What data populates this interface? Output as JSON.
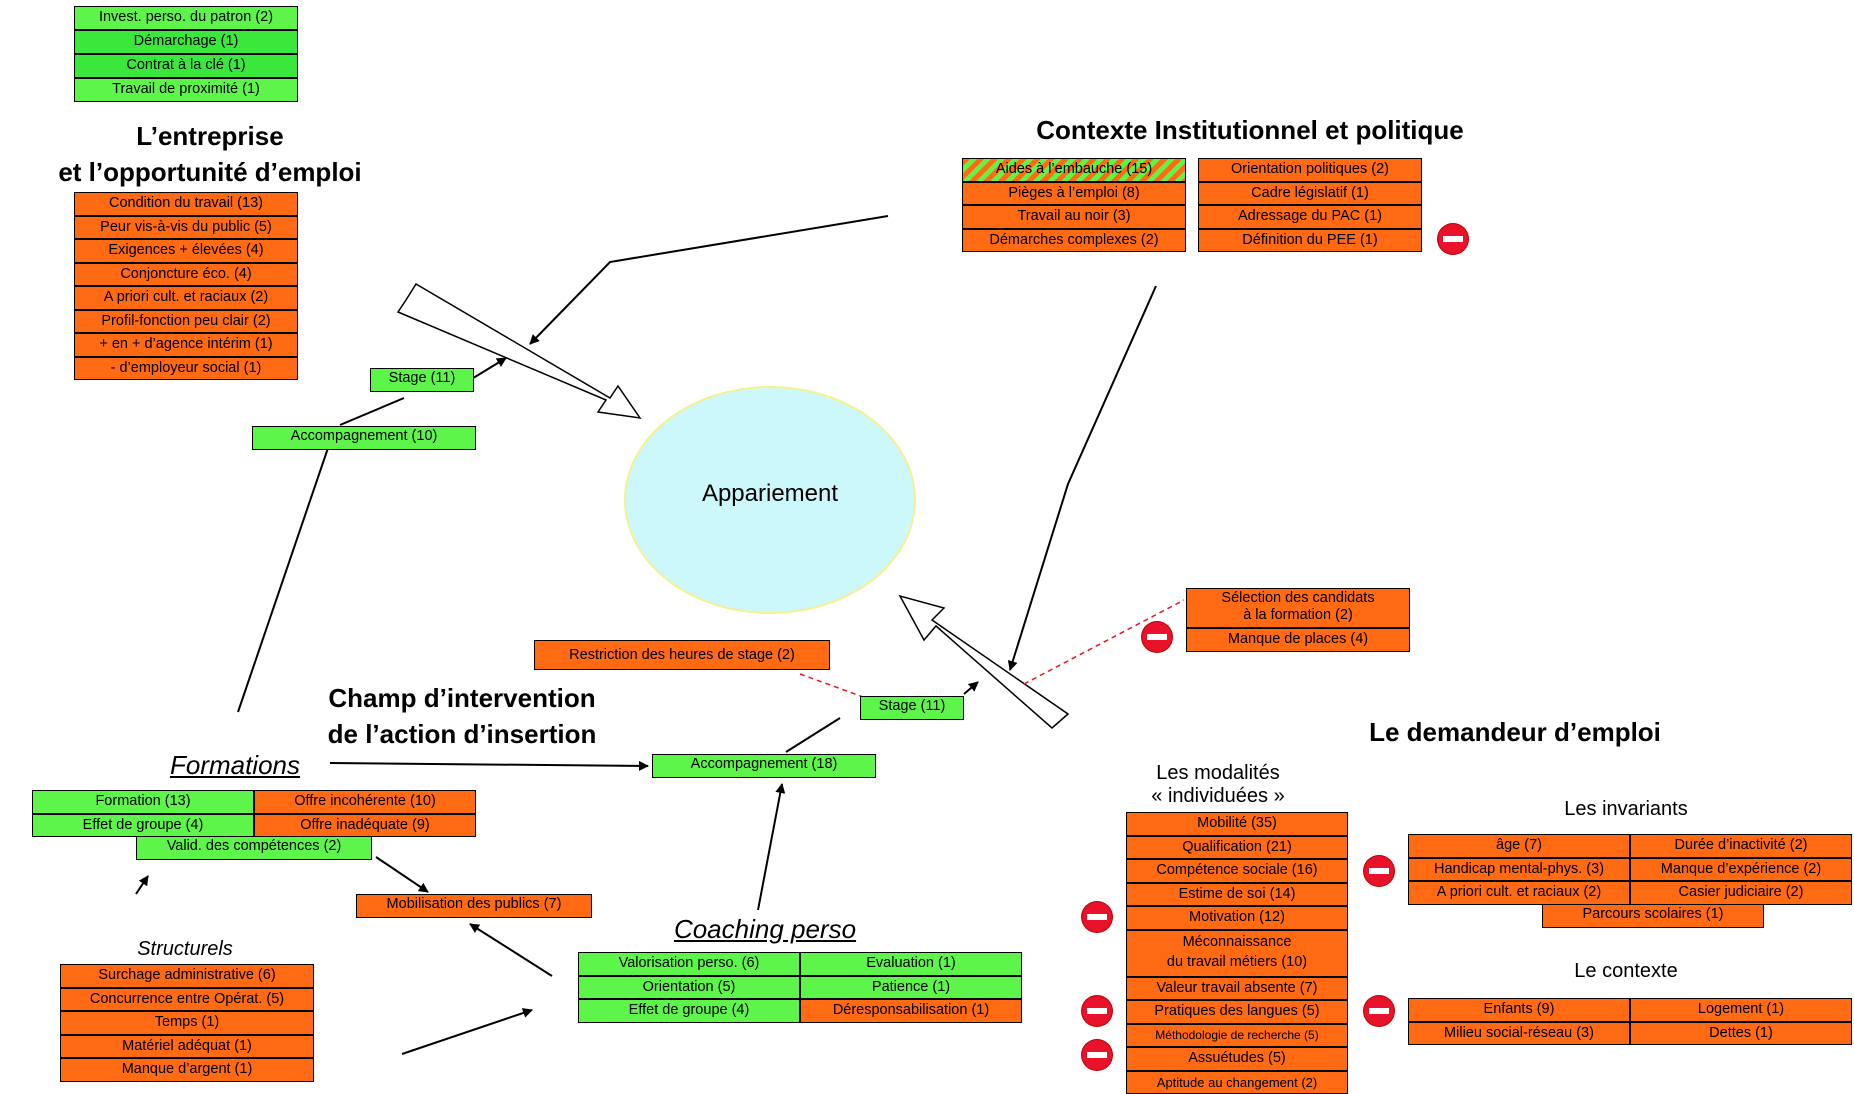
{
  "titles": {
    "entreprise_line1": "L’entreprise",
    "entreprise_line2": "et l’opportunité d’emploi",
    "contexte": "Contexte Institutionnel et politique",
    "champ_line1": "Champ d’intervention",
    "champ_line2": "de l’action d’insertion",
    "demandeur": "Le demandeur d’emploi"
  },
  "center": "Appariement",
  "top_green": [
    "Invest. perso. du patron (2)",
    "Démarchage (1)",
    "Contrat à la clé (1)",
    "Travail de proximité (1)"
  ],
  "entreprise": [
    "Condition du travail (13)",
    "Peur vis-à-vis du public (5)",
    "Exigences + élevées (4)",
    "Conjoncture éco. (4)",
    "A priori cult. et raciaux (2)",
    "Profil-fonction peu clair (2)",
    "+ en + d’agence intérim (1)",
    "- d’employeur social (1)"
  ],
  "contexte_left": [
    "Aides à l’embauche (15)",
    "Pièges à l’emploi (8)",
    "Travail au noir (3)",
    "Démarches complexes (2)"
  ],
  "contexte_right": [
    "Orientation politiques (2)",
    "Cadre législatif (1)",
    "Adressage du PAC (1)",
    "Définition du PEE (1)"
  ],
  "left_path": {
    "stage": "Stage (11)",
    "accompagnement": "Accompagnement (10)"
  },
  "right_path": {
    "stage": "Stage (11)",
    "accompagnement": "Accompagnement (18)"
  },
  "restriction": "Restriction des heures de stage (2)",
  "selection": {
    "line1": "Sélection des candidats",
    "line2": "à la formation (2)",
    "manque": "Manque de places (4)"
  },
  "formations": {
    "heading": "Formations",
    "green": [
      "Formation (13)",
      "Effet de groupe (4)"
    ],
    "orange": [
      "Offre incohérente (10)",
      "Offre inadéquate (9)"
    ],
    "valid": "Valid. des compétences (2)"
  },
  "mobilisation": "Mobilisation des publics (7)",
  "structurels": {
    "heading": "Structurels",
    "items": [
      "Surchage administrative (6)",
      "Concurrence entre Opérat. (5)",
      "Temps (1)",
      "Matériel adéquat (1)",
      "Manque d’argent (1)"
    ]
  },
  "coaching": {
    "heading": "Coaching perso",
    "left": [
      "Valorisation perso. (6)",
      "Orientation (5)",
      "Effet de groupe (4)"
    ],
    "right": [
      "Evaluation (1)",
      "Patience (1)",
      "Déresponsabilisation (1)"
    ]
  },
  "modalites": {
    "heading_line1": "Les modalités",
    "heading_line2": "« individuées »",
    "items": [
      "Mobilité (35)",
      "Qualification (21)",
      "Compétence sociale (16)",
      "Estime de soi (14)",
      "Motivation (12)",
      "Méconnaissance",
      "du travail  métiers (10)",
      "Valeur travail absente (7)",
      "Pratiques des langues (5)",
      "Méthodologie de recherche (5)",
      "Assuétudes (5)",
      "Aptitude au changement (2)"
    ]
  },
  "invariants": {
    "heading": "Les invariants",
    "left": [
      "âge (7)",
      "Handicap mental-phys. (3)",
      "A priori cult. et raciaux (2)"
    ],
    "right": [
      "Durée d’inactivité (2)",
      "Manque d’expérience (2)",
      "Casier judiciaire (2)"
    ],
    "bottom": "Parcours scolaires (1)"
  },
  "contexte_demandeur": {
    "heading": "Le contexte",
    "left": [
      "Enfants (9)",
      "Milieu social-réseau (3)"
    ],
    "right": [
      "Logement (1)",
      "Dettes (1)"
    ]
  },
  "colors": {
    "orange": "#ff6a13",
    "green": "#5ef54a",
    "ellipse": "#ccf8fb",
    "no_entry": "#e8122a"
  }
}
